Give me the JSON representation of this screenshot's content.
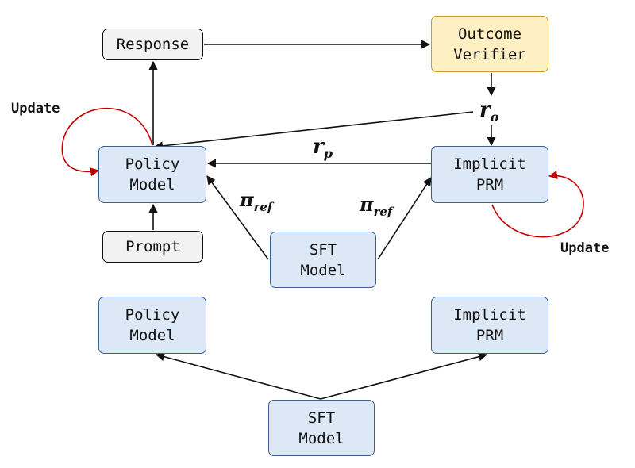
{
  "nodes": {
    "response": "Response",
    "outcome_verifier": "Outcome\nVerifier",
    "policy_model": "Policy\nModel",
    "implicit_prm": "Implicit\nPRM",
    "prompt": "Prompt",
    "sft_model": "SFT\nModel",
    "policy_model_init": "Policy\nModel",
    "implicit_prm_init": "Implicit\nPRM",
    "sft_model_init": "SFT\nModel"
  },
  "labels": {
    "r_o": {
      "base": "r",
      "sub": "o"
    },
    "r_p": {
      "base": "r",
      "sub": "p"
    },
    "pi_ref_left": {
      "base": "π",
      "sub": "ref"
    },
    "pi_ref_right": {
      "base": "π",
      "sub": "ref"
    },
    "update_left": "Update",
    "update_right": "Update"
  },
  "colors": {
    "arrow": "#111111",
    "update_arrow": "#c00000",
    "blue_fill": "#dce8f5",
    "grey_fill": "#f2f2f2",
    "yellow_fill": "#fff0c4"
  }
}
